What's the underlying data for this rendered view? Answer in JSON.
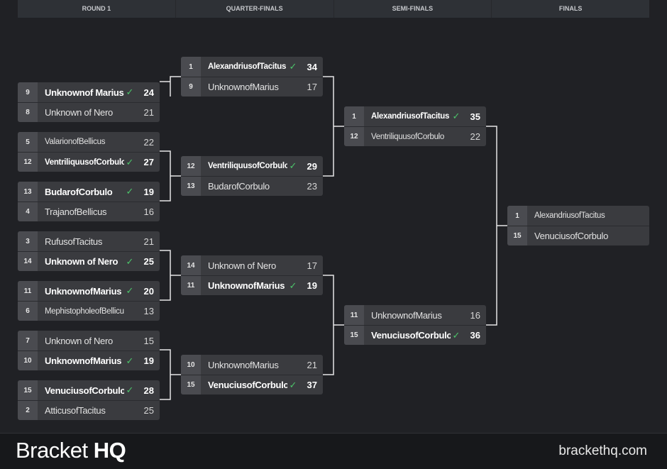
{
  "rounds": [
    "ROUND 1",
    "QUARTER-FINALS",
    "SEMI-FINALS",
    "FINALS"
  ],
  "matches": [
    {
      "id": "r1m1",
      "round": 0,
      "slots": [
        {
          "seed": "9",
          "name": "Unknownof Marius",
          "score": "24",
          "winner": true
        },
        {
          "seed": "8",
          "name": "Unknown of Nero",
          "score": "21",
          "winner": false
        }
      ]
    },
    {
      "id": "r1m2",
      "round": 0,
      "slots": [
        {
          "seed": "5",
          "name": "ValarionofBellicus",
          "score": "22",
          "winner": false
        },
        {
          "seed": "12",
          "name": "VentriliquusofCorbulo",
          "score": "27",
          "winner": true
        }
      ]
    },
    {
      "id": "r1m3",
      "round": 0,
      "slots": [
        {
          "seed": "13",
          "name": "BudarofCorbulo",
          "score": "19",
          "winner": true
        },
        {
          "seed": "4",
          "name": "TrajanofBellicus",
          "score": "16",
          "winner": false
        }
      ]
    },
    {
      "id": "r1m4",
      "round": 0,
      "slots": [
        {
          "seed": "3",
          "name": "RufusofTacitus",
          "score": "21",
          "winner": false
        },
        {
          "seed": "14",
          "name": "Unknown of Nero",
          "score": "25",
          "winner": true
        }
      ]
    },
    {
      "id": "r1m5",
      "round": 0,
      "slots": [
        {
          "seed": "11",
          "name": "UnknownofMarius",
          "score": "20",
          "winner": true
        },
        {
          "seed": "6",
          "name": "MephistopholeofBellicus",
          "score": "13",
          "winner": false
        }
      ]
    },
    {
      "id": "r1m6",
      "round": 0,
      "slots": [
        {
          "seed": "7",
          "name": "Unknown of Nero",
          "score": "15",
          "winner": false
        },
        {
          "seed": "10",
          "name": "UnknownofMarius",
          "score": "19",
          "winner": true
        }
      ]
    },
    {
      "id": "r1m7",
      "round": 0,
      "slots": [
        {
          "seed": "15",
          "name": "VenuciusofCorbulo",
          "score": "28",
          "winner": true
        },
        {
          "seed": "2",
          "name": "AtticusofTacitus",
          "score": "25",
          "winner": false
        }
      ]
    },
    {
      "id": "qf1",
      "round": 1,
      "slots": [
        {
          "seed": "1",
          "name": "AlexandriusofTacitus",
          "score": "34",
          "winner": true
        },
        {
          "seed": "9",
          "name": "UnknownofMarius",
          "score": "17",
          "winner": false
        }
      ]
    },
    {
      "id": "qf2",
      "round": 1,
      "slots": [
        {
          "seed": "12",
          "name": "VentriliquusofCorbulo",
          "score": "29",
          "winner": true
        },
        {
          "seed": "13",
          "name": "BudarofCorbulo",
          "score": "23",
          "winner": false
        }
      ]
    },
    {
      "id": "qf3",
      "round": 1,
      "slots": [
        {
          "seed": "14",
          "name": "Unknown of Nero",
          "score": "17",
          "winner": false
        },
        {
          "seed": "11",
          "name": "UnknownofMarius",
          "score": "19",
          "winner": true
        }
      ]
    },
    {
      "id": "qf4",
      "round": 1,
      "slots": [
        {
          "seed": "10",
          "name": "UnknownofMarius",
          "score": "21",
          "winner": false
        },
        {
          "seed": "15",
          "name": "VenuciusofCorbulo",
          "score": "37",
          "winner": true
        }
      ]
    },
    {
      "id": "sf1",
      "round": 2,
      "slots": [
        {
          "seed": "1",
          "name": "AlexandriusofTacitus",
          "score": "35",
          "winner": true
        },
        {
          "seed": "12",
          "name": "VentriliquusofCorbulo",
          "score": "22",
          "winner": false
        }
      ]
    },
    {
      "id": "sf2",
      "round": 2,
      "slots": [
        {
          "seed": "11",
          "name": "UnknownofMarius",
          "score": "16",
          "winner": false
        },
        {
          "seed": "15",
          "name": "VenuciusofCorbulo",
          "score": "36",
          "winner": true
        }
      ]
    },
    {
      "id": "final",
      "round": 3,
      "slots": [
        {
          "seed": "1",
          "name": "AlexandriusofTacitus",
          "score": "",
          "winner": false
        },
        {
          "seed": "15",
          "name": "VenuciusofCorbulo",
          "score": "",
          "winner": false
        }
      ]
    }
  ],
  "footer": {
    "brand_light": "Bracket",
    "brand_bold": "HQ",
    "site": "brackethq.com"
  },
  "colors": {
    "accent_check": "#4cc46a",
    "background": "#202125"
  }
}
